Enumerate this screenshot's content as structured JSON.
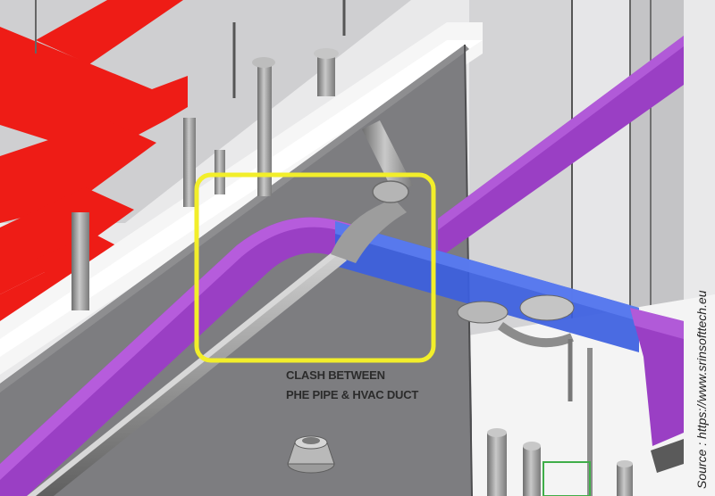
{
  "caption": {
    "line1": "CLASH BETWEEN",
    "line2": "PHE PIPE & HVAC DUCT"
  },
  "source": "Source : https://www.srinsofttech.eu",
  "colors": {
    "wall": "#7e7e80",
    "wall_dark": "#6c6c6e",
    "background_wall": "#dcdcde",
    "red_duct": "#ee1c16",
    "purple_duct": "#9a3fc4",
    "blue_duct": "#3b5ee0",
    "pipe": "#9c9c9c",
    "highlight_box": "#f2ee2a",
    "green_trim": "#3fae49"
  },
  "icons": {
    "clash_marker": "yellow-rectangle",
    "floor_fitting": "drain-fitting-icon"
  }
}
